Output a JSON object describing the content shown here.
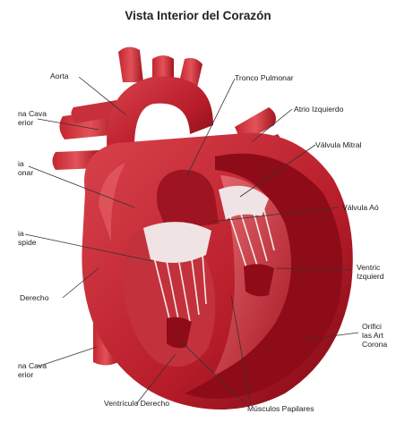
{
  "title": "Vista Interior del Corazón",
  "labels": {
    "aorta": "Aorta",
    "tronco_pulmonar": "Tronco Pulmonar",
    "vena_cava_superior_1": "na Cava",
    "vena_cava_superior_2": "erior",
    "atrio_izquierdo": "Atrio Izquierdo",
    "pulmonar_left_1": "ia",
    "pulmonar_left_2": "onar",
    "valvula_mitral": "Válvula Mitral",
    "valvula_aortica": "Válvula Aó",
    "tricuspide_1": "ia",
    "tricuspide_2": "spide",
    "ventriculo_izq_1": "Ventric",
    "ventriculo_izq_2": "Izquierd",
    "atrio_derecho": "Derecho",
    "orificio_1": "Orifici",
    "orificio_2": "las Art",
    "orificio_3": "Corona",
    "vena_cava_inferior_1": "na Cava",
    "vena_cava_inferior_2": "erior",
    "ventriculo_derecho": "Ventrículo Derecho",
    "musculos_papilares": "Músculos Papilares"
  },
  "colors": {
    "heart_dark": "#8e0c17",
    "heart_mid": "#b81d2a",
    "heart_light": "#d9434c",
    "valve": "#efe3e4",
    "leader": "#333333"
  }
}
